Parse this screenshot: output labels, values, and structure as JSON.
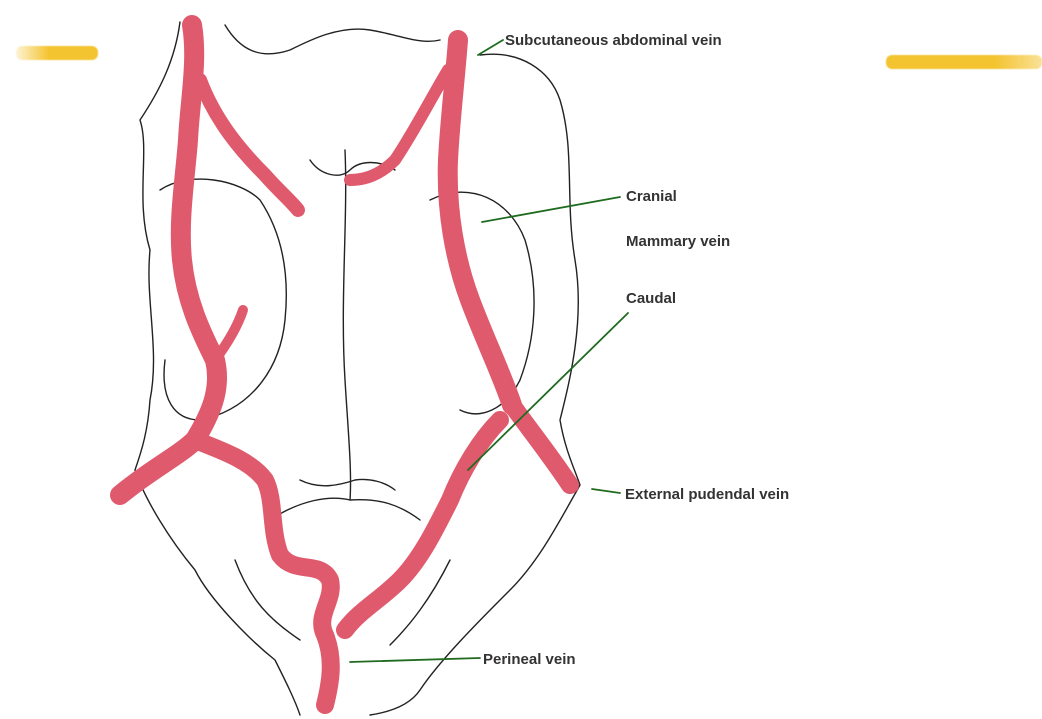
{
  "colors": {
    "vein": "#e05a6e",
    "outline": "#222222",
    "leader": "#1f6b1f",
    "highlight": "#f4c430",
    "label_text": "#333333"
  },
  "labels": {
    "subcutaneous_abdominal": "Subcutaneous abdominal vein",
    "cranial": "Cranial",
    "mammary": "Mammary vein",
    "caudal": "Caudal",
    "external_pudendal": "External pudendal vein",
    "perineal": "Perineal vein"
  }
}
